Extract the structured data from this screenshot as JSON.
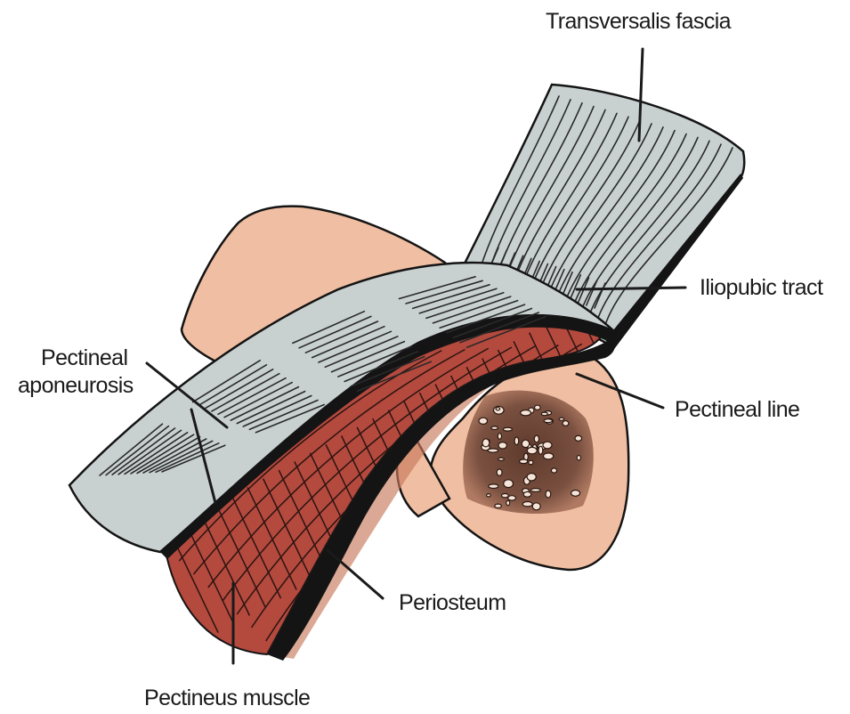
{
  "labels": {
    "transversalis_fascia": "Transversalis fascia",
    "iliopubic_tract": "Iliopubic tract",
    "pectineal_aponeurosis_line1": "Pectineal",
    "pectineal_aponeurosis_line2": "aponeurosis",
    "pectineal_line": "Pectineal line",
    "periosteum": "Periosteum",
    "pectineus_muscle": "Pectineus muscle"
  },
  "colors": {
    "fascia": "#c9d0d0",
    "bone": "#f0bea2",
    "muscle": "#b4493e",
    "marrow": "#7a5040",
    "line": "#141414"
  }
}
